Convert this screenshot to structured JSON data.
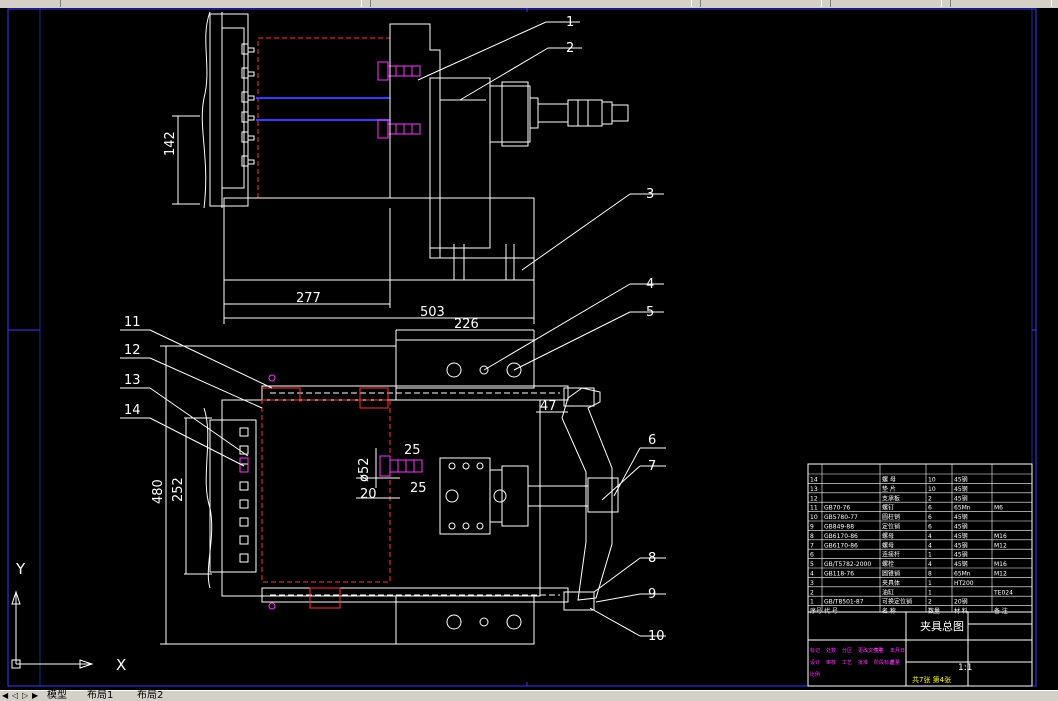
{
  "drawing": {
    "balloons": [
      "1",
      "2",
      "3",
      "4",
      "5",
      "6",
      "7",
      "8",
      "9",
      "10",
      "11",
      "12",
      "13",
      "14"
    ],
    "dimensions": {
      "d142": "142",
      "d277": "277",
      "d503": "503",
      "d226": "226",
      "d47": "47",
      "d480": "480",
      "d252": "252",
      "d25a": "25",
      "d52": "ø52",
      "d20": "20",
      "d25b": "25"
    },
    "title_block": {
      "title": "夹具总图",
      "scale": "1:1",
      "sheet": "共7张 第4张"
    },
    "bom": [
      {
        "no": "14",
        "code": "",
        "name": "螺 母",
        "qty": "10",
        "mat": "45钢",
        "note": ""
      },
      {
        "no": "13",
        "code": "",
        "name": "垫 片",
        "qty": "10",
        "mat": "45钢",
        "note": ""
      },
      {
        "no": "12",
        "code": "",
        "name": "支承板",
        "qty": "2",
        "mat": "45钢",
        "note": ""
      },
      {
        "no": "11",
        "code": "GB70-76",
        "name": "螺钉",
        "qty": "6",
        "mat": "65Mn",
        "note": "M6"
      },
      {
        "no": "10",
        "code": "GB5780-77",
        "name": "圆柱销",
        "qty": "6",
        "mat": "45钢",
        "note": ""
      },
      {
        "no": "9",
        "code": "GB849-88",
        "name": "定位销",
        "qty": "6",
        "mat": "45钢",
        "note": ""
      },
      {
        "no": "8",
        "code": "GB6170-86",
        "name": "螺母",
        "qty": "4",
        "mat": "45钢",
        "note": "M16"
      },
      {
        "no": "7",
        "code": "GB6170-86",
        "name": "螺母",
        "qty": "4",
        "mat": "45钢",
        "note": "M12"
      },
      {
        "no": "6",
        "code": "",
        "name": "连接杆",
        "qty": "1",
        "mat": "45钢",
        "note": ""
      },
      {
        "no": "5",
        "code": "GB/T5782-2000",
        "name": "螺栓",
        "qty": "4",
        "mat": "45钢",
        "note": "M16"
      },
      {
        "no": "4",
        "code": "GB118-76",
        "name": "圆锥销",
        "qty": "8",
        "mat": "65Mn",
        "note": "M12"
      },
      {
        "no": "3",
        "code": "",
        "name": "夹具体",
        "qty": "1",
        "mat": "HT200",
        "note": ""
      },
      {
        "no": "2",
        "code": "",
        "name": "油缸",
        "qty": "1",
        "mat": "",
        "note": "TE024"
      },
      {
        "no": "1",
        "code": "GB/T8501-87",
        "name": "可换定位销",
        "qty": "2",
        "mat": "20钢",
        "note": ""
      }
    ],
    "bom_header": {
      "seq": "序号",
      "code": "代 号",
      "name": "名 称",
      "qty": "数量",
      "mat": "材 料",
      "note": "备 注"
    },
    "signatures": [
      "标记",
      "处数",
      "分区",
      "更改文件号",
      "签名",
      "年月日",
      "设计",
      "审核",
      "工艺",
      "批准",
      "阶段标记",
      "重量",
      "比例"
    ],
    "axis": {
      "x": "X",
      "y": "Y"
    }
  },
  "tabs": [
    "模型",
    "布局1",
    "布局2"
  ],
  "colors": {
    "background": "#000000",
    "lines": "#ffffff",
    "hidden": "#ff3333",
    "blue": "#3a3aff",
    "magenta": "#ff33ff",
    "frame": "#0000ff"
  }
}
